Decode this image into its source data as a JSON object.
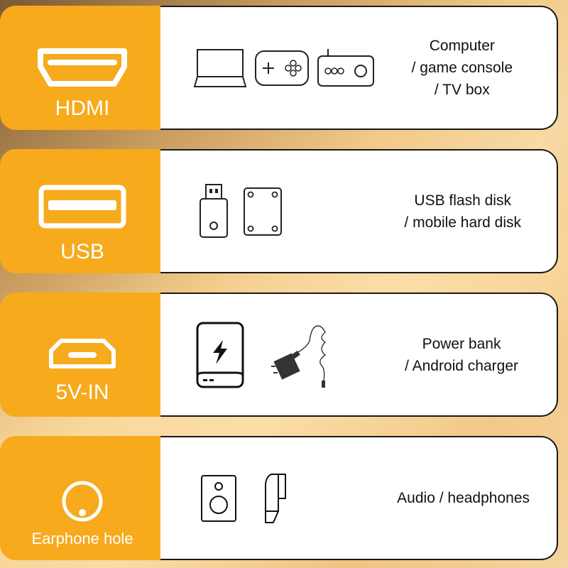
{
  "ports": [
    {
      "label": "HDMI",
      "icon": "hdmi-port-icon",
      "description": [
        "Computer",
        "/ game console",
        "/ TV box"
      ]
    },
    {
      "label": "USB",
      "icon": "usb-port-icon",
      "description": [
        "USB flash disk",
        "/ mobile hard disk"
      ]
    },
    {
      "label": "5V-IN",
      "icon": "micro-usb-port-icon",
      "description": [
        "Power bank",
        "/ Android charger"
      ]
    },
    {
      "label": "Earphone hole",
      "icon": "audio-jack-icon",
      "description": [
        "Audio / headphones"
      ]
    }
  ],
  "colors": {
    "accent": "#f6aa1c",
    "border": "#1a1a1a"
  }
}
